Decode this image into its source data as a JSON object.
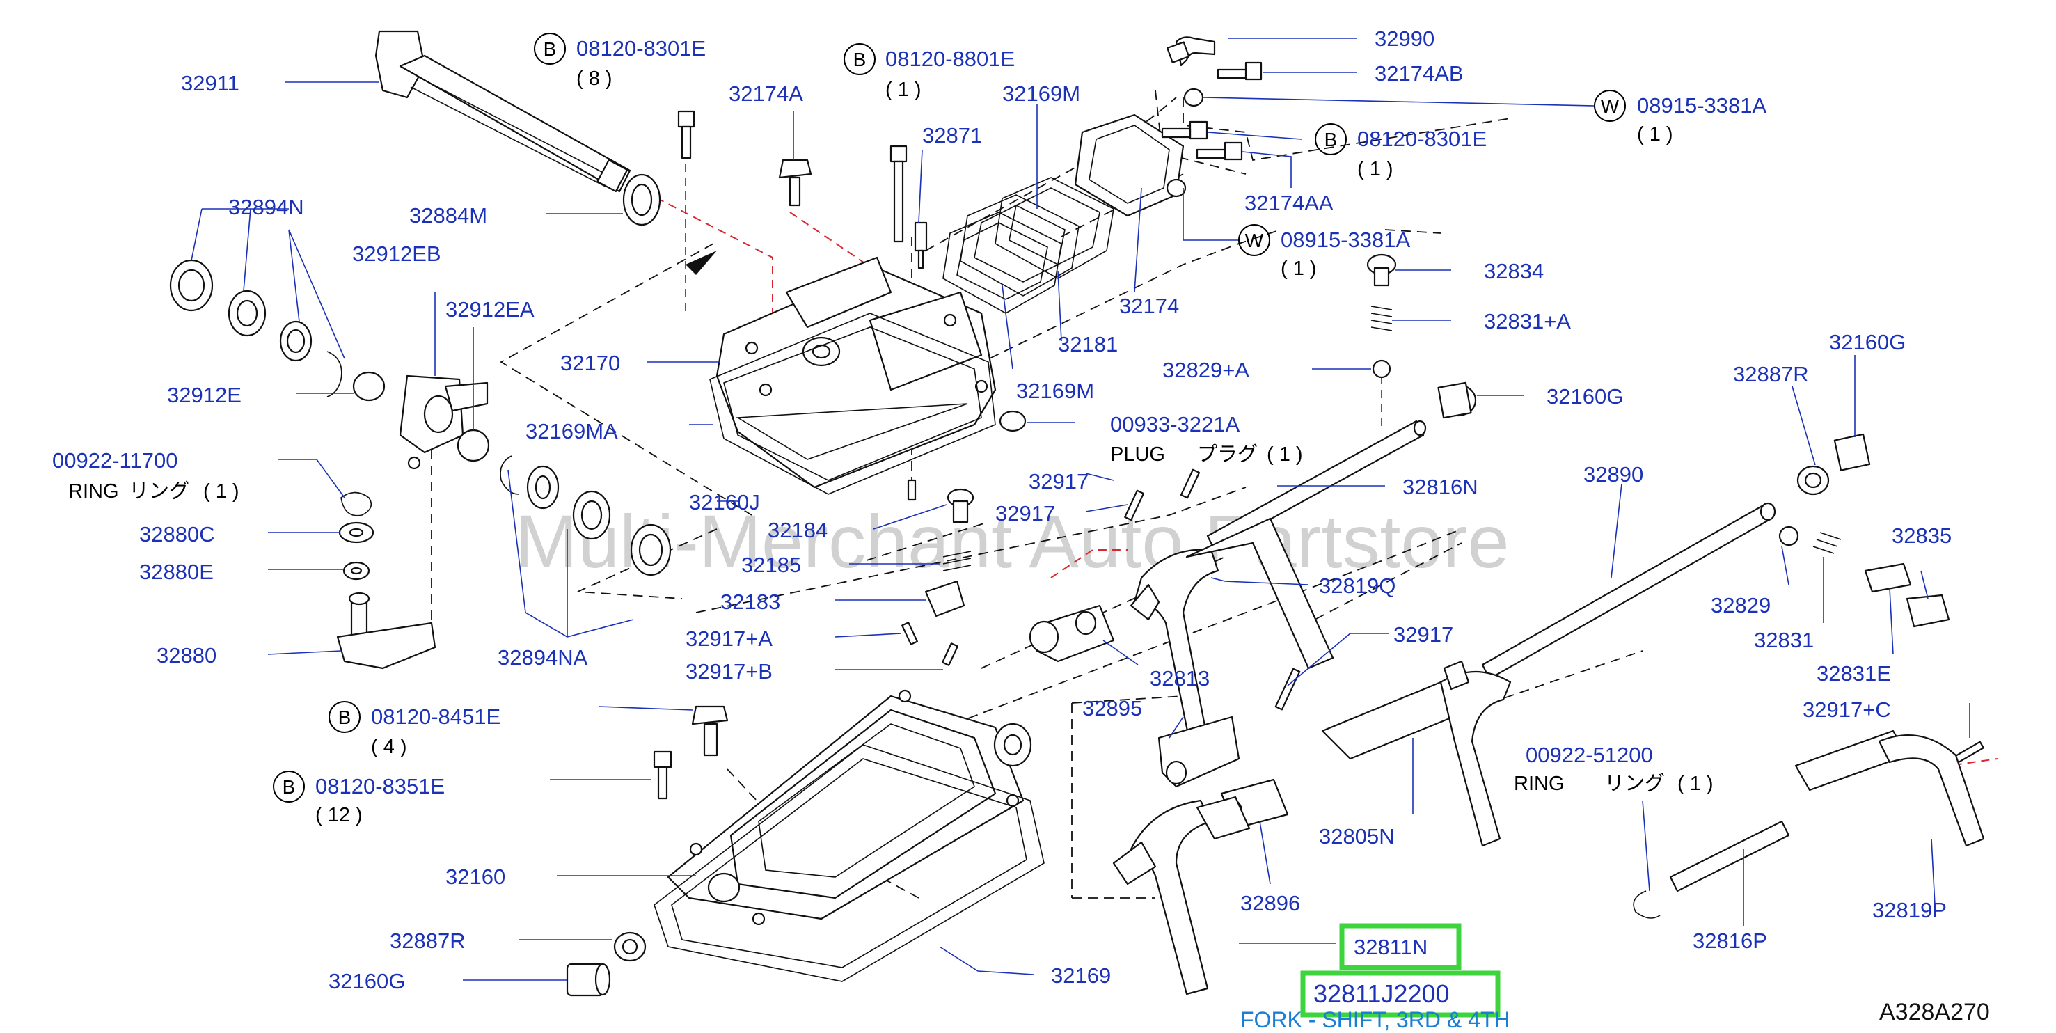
{
  "diagram_code": "A328A270",
  "watermark": "Multi-Merchant Auto Partstore",
  "highlight": {
    "part_number": "32811N",
    "oem_number": "32811J2200",
    "description": "FORK - SHIFT, 3RD & 4TH",
    "highlight_color": "#3ed43e",
    "description_color": "#1a7fd4"
  },
  "colors": {
    "label": "#1a31b8",
    "dashed_red": "#d9272e",
    "line": "#111111"
  },
  "labels": {
    "p32911": "32911",
    "p32894N": "32894N",
    "p32884M": "32884M",
    "p32912EB": "32912EB",
    "p32912EA": "32912EA",
    "p32912E": "32912E",
    "p00922_11700": "00922-11700",
    "p32880C": "32880C",
    "p32880E": "32880E",
    "p32880": "32880",
    "p32894NA": "32894NA",
    "p32169MA": "32169MA",
    "p32170": "32170",
    "p32160J": "32160J",
    "p32174A": "32174A",
    "p32871": "32871",
    "p32169M_top": "32169M",
    "p32169M_mid": "32169M",
    "p32181": "32181",
    "p32174": "32174",
    "p32990": "32990",
    "p32174AB": "32174AB",
    "p32174AA": "32174AA",
    "p32834": "32834",
    "p32831A": "32831+A",
    "p32829A": "32829+A",
    "p32160G_r": "32160G",
    "p32160G_rt": "32160G",
    "p32887R_r": "32887R",
    "p00933_3221A": "00933-3221A",
    "p32816N": "32816N",
    "p32890": "32890",
    "p32917_a": "32917",
    "p32917_b": "32917",
    "p32917_c": "32917",
    "p32184": "32184",
    "p32185": "32185",
    "p32183": "32183",
    "p32917A": "32917+A",
    "p32917B": "32917+B",
    "p32819Q": "32819Q",
    "p32813": "32813",
    "p32835": "32835",
    "p32829": "32829",
    "p32831": "32831",
    "p32831E": "32831E",
    "p32917C": "32917+C",
    "p32895": "32895",
    "p32805N": "32805N",
    "p00922_51200": "00922-51200",
    "p32896": "32896",
    "p32816P": "32816P",
    "p32819P": "32819P",
    "p32160": "32160",
    "p32887R_l": "32887R",
    "p32160G_l": "32160G",
    "p32169": "32169"
  },
  "bolt_callouts": [
    {
      "badge": "B",
      "number": "08120-8301E",
      "qty": "( 8 )"
    },
    {
      "badge": "B",
      "number": "08120-8801E",
      "qty": "( 1 )"
    },
    {
      "badge": "W",
      "number": "08915-3381A",
      "qty": "( 1 )"
    },
    {
      "badge": "B",
      "number": "08120-8301E",
      "qty": "( 1 )"
    },
    {
      "badge": "W",
      "number": "08915-3381A",
      "qty": "( 1 )"
    },
    {
      "badge": "B",
      "number": "08120-8451E",
      "qty": "( 4 )"
    },
    {
      "badge": "B",
      "number": "08120-8351E",
      "qty": "( 12 )"
    }
  ],
  "notes": {
    "ring_en_1": "RING",
    "ring_jp_1": "リング",
    "ring_qty_1": "( 1 )",
    "plug_en": "PLUG",
    "plug_jp": "プラグ",
    "plug_qty": "( 1 )",
    "ring_en_2": "RING",
    "ring_jp_2": "リング",
    "ring_qty_2": "( 1 )"
  }
}
